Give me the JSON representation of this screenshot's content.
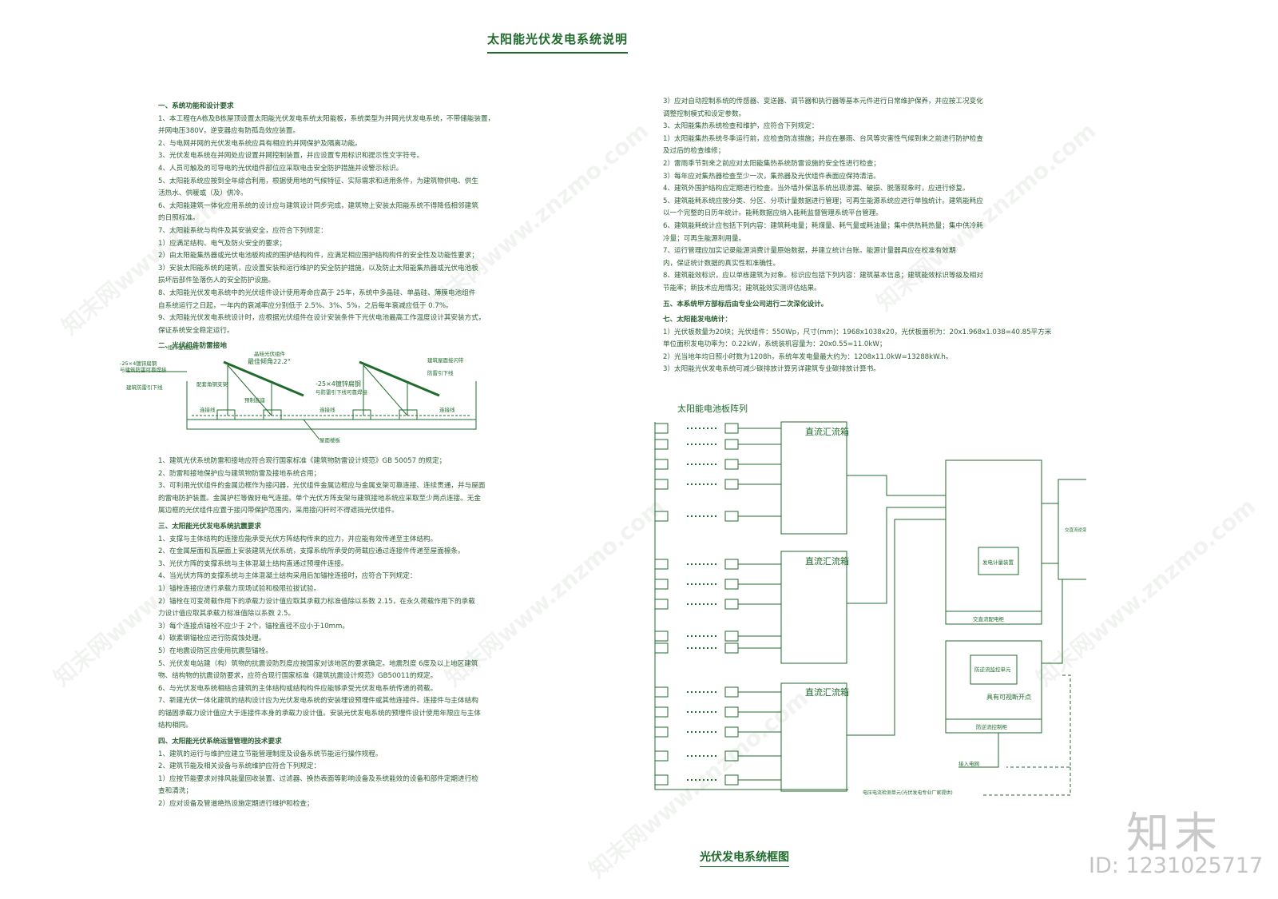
{
  "title": "太阳能光伏发电系统说明",
  "left_section_1": [
    "一、系统功能和设计要求",
    "1、本工程在A栋及B栋屋顶设置太阳能光伏发电系统太阳能板，系统类型为并网光伏发电系统，不带储能装置，",
    "并网电压380V，逆变器应有防孤岛效应装置。",
    "2、与电网并网的光伏发电系统应具有相应的并网保护及隔离功能。",
    "3、光伏发电系统在并网处应设置并网控制装置，并应设置专用标识和提示性文字符号。",
    "4、人员可触及的可导电的光伏组件部位应采取电击安全防护措施并设警示标识。",
    "5、太阳能系统应按到全年综合利用，根据使用地的气候特征、实际需求和适用条件，为建筑物供电、供生",
    "活热水、供暖或（及）供冷。",
    "6、太阳能建筑一体化应用系统的设计应与建筑设计同步完成，建筑物上安装太阳能系统不得降低相邻建筑",
    "的日照标准。",
    "7、太阳能系统与构件及其安装安全，应符合下列规定：",
    "1）应满足结构、电气及防火安全的要求；",
    "2）由太阳能集热器或光伏电池板构成的围护结构构件，应满足相应围护结构构件的安全性及功能性要求；",
    "3）安装太阳能系统的建筑，应设置安装和运行维护的安全防护措施，以及防止太阳能集热器或光伏电池板",
    "损坏后部件坠落伤人的安全防护设施。",
    "8、太阳能光伏发电系统中的光伏组件设计使用寿命应高于 25年，系统中多晶硅、单晶硅、薄膜电池组件",
    "自系统运行之日起，一年内的衰减率应分别低于 2.5%、3%、5%，之后每年衰减应低于 0.7%。",
    "9、太阳能光伏发电系统设计时，应根据光伏组件在设计安装条件下光伏电池最高工作温度设计其安装方式，",
    "保证系统安全稳定运行。",
    "二、光伏组件防雷接地"
  ],
  "lightning_labels": {
    "ground_bar_l": "-25×4镀锌扁钢",
    "ground_bar_l2": "与建筑防雷可靠焊接",
    "frame": "组件金属边框",
    "pv_module": "晶硅光伏组件",
    "tilt": "最佳倾角22.2°",
    "roof_strap": "建筑屋面接闪带",
    "lightning_belt": "防雷引下线",
    "down_conductor": "建筑防雷引下线",
    "bracket": "配套角钢支架",
    "base": "预制底座",
    "ground_bar_r": "-25×4镀锌扁钢",
    "ground_bar_r2": "与防雷引下线可靠焊接",
    "wire1": "连接线",
    "wire2": "连接线",
    "wire3": "连接线",
    "roof": "屋面楼板"
  },
  "left_section_2": [
    "1、建筑光伏系统防雷和接地应符合现行国家标准《建筑物防雷设计规范》GB 50057 的规定；",
    "2、防雷和接地保护应与建筑物防雷及接地系统合用；",
    "3、可利用光伏组件的金属边框作为接闪器，光伏组件金属边框应与金属支架可靠连接、连续贯通，并与屋面",
    "的雷电防护装置。金属护栏等做好电气连接。单个光伏方阵支架与建筑接地系统应采取至少两点连接。无金",
    "属边框的光伏组件应置于接闪带保护范围内，采用接闪杆时不得遮挡光伏组件。",
    "三、太阳能光伏发电系统抗震要求",
    "1、支撑与主体结构的连接应能承受光伏方阵结构传来的应力，并应能有效传递至主体结构。",
    "2、在金属屋面和瓦屋面上安装建筑光伏系统，支撑系统所承受的荷载应通过连接件传递至屋面檩条。",
    "3、光伏方阵的支撑系统与主体混凝土结构直通过预埋件连接。",
    "4、当光伏方阵的支撑系统与主体混凝土结构采用后加锚栓连接时，应符合下列规定：",
    "1）锚栓连接应进行承载力现场试验和极限拉拔试验。",
    "2）锚栓在可变荷载作用下的承载力设计值应取其承载力标准值除以系数 2.15，在永久荷载作用下的承载",
    "力设计值应取其承载力标准值除以系数 2.5。",
    "3）每个连接点锚栓不应少于 2个，锚栓直径不应小于10mm。",
    "4）碳素钢锚栓应进行防腐蚀处理。",
    "5）在地震设防区应使用抗震型锚栓。",
    "5、光伏发电站建（构）筑物的抗震设防烈度应按国家对该地区的要求确定。地震烈度 6度及以上地区建筑",
    "物、结构物的抗震设防要求，应符合现行国家标准《建筑抗震设计规范》GB50011的规定。",
    "6、与光伏发电系统相结合建筑的主体结构或结构构件应能够承受光伏发电系统传递的荷载。",
    "7、新建光伏一体化建筑的结构设计应为光伏发电系统的安装埋设预埋件或其他连接件。连接件与主体结构",
    "的锚固承载力设计值应大于连接件本身的承载力设计值。安装光伏发电系统的预埋件设计使用年限应与主体",
    "结构相同。",
    "四、太阳能光伏系统运营管理的技术要求",
    "1、建筑的运行与维护应建立节能管理制度及设备系统节能运行操作规程。",
    "2、建筑节能及相关设备与系统维护应符合下列规定：",
    "1）应按节能要求对排风能量回收装置、过滤器、换热表面等影响设备及系统能效的设备和部件定期进行检",
    "查和清洗；",
    "2）应对设备及管道绝热设施定期进行维护和检查；"
  ],
  "right_section_1": [
    "3）应对自动控制系统的传感器、变送器、调节器和执行器等基本元件进行日常维护保养，并应按工况变化",
    "调整控制模式和设定参数。",
    "3、太阳能集热系统检查和维护，应符合下列规定：",
    "1）太阳能集热系统冬季运行前，应检查防冻措施；并应在暴雨、台风等灾害性气候到来之前进行防护检查",
    "及过后的检查维修；",
    "2）雷雨季节到来之前应对太阳能集热系统防雷设施的安全性进行检查；",
    "3）每年应对集热器检查至少一次，集热器及光伏组件表面应保持清洁。",
    "4、建筑外围护结构应定期进行检查。当外墙外保温系统出现渗漏、破损、脱落现象时，应进行修复。",
    "5、建筑能耗系统应按分类、分区、分项计量数据进行管理；可再生能源系统应进行单独统计。建筑能耗应",
    "以一个完整的日历年统计。能耗数据应纳入能耗监督管理系统平台管理。",
    "6、建筑能耗统计应包括下列内容：建筑耗电量；耗煤量、耗气量或耗油量；集中供热耗热量；集中供冷耗",
    "冷量；可再生能源利用量。",
    "7、运行管理应加实记录能源消费计量原始数据，并建立统计台账。能源计量器具应在校准有效期",
    "内，保证统计数据的真实性和准确性。",
    "8、建筑能效标识，应以单栋建筑为对象。标识应包括下列内容：建筑基本信息；建筑能效标识等级及相对",
    "节能率；新技术应用情况；建筑能效实测评估结果。",
    "五、本系统甲方部标后由专业公司进行二次深化设计。",
    "七、太阳能发电统计：",
    "1）光伏板数量为20块；光伏组件：550Wp，尺寸(mm)：1968x1038x20，光伏板面积为：20x1.968x1.038=40.85平方米",
    "单位面积发电功率为：0.22kW，系统装机容量为：20x0.55=11.0kW；",
    "2）光当地年均日照小时数为1208h，系统年发电量最大约为：1208x11.0kW=13288kW.h。",
    "3）太阳能光伏发电系统可减少碳排放计算另详建筑专业碳排放计算书。"
  ],
  "block_diagram": {
    "array_title": "太阳能电池板阵列",
    "combiner1": "直流汇流箱",
    "combiner2": "直流汇流箱",
    "combiner3": "直流汇流箱",
    "inverter": "交直流逆变器",
    "meter": "发电计量装置",
    "ac_cabinet": "交直流配电柜",
    "anti_reverse_unit": "防逆流监控单元",
    "visible_break": "具有可视断开点",
    "anti_reverse_cabinet": "防逆流控制柜",
    "grid": "接入电网",
    "voltage_monitor": "电压电流检测单元(光伏发电专业厂家提供)",
    "caption": "光伏发电系统框图"
  },
  "watermark": "知末网www.znzmo.com",
  "brand": "知末",
  "id_label": "ID: 1231025717",
  "colors": {
    "line": "#1f6b2c",
    "text": "#2a5f32",
    "watermark": "#c4c4c4"
  }
}
